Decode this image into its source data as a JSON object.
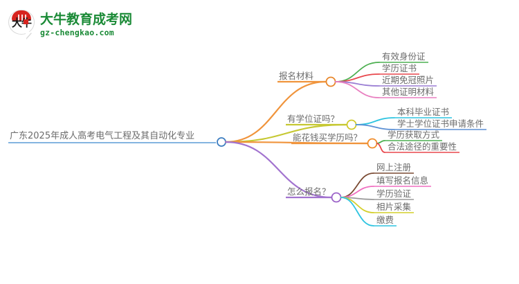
{
  "logo": {
    "mascot_icon": "speech-bubble-mascot-icon",
    "mascot_text": "大牛",
    "brand_cn": "大牛教育成考网",
    "brand_url": "gz-chengkao.com",
    "brand_color": "#1a8a36",
    "cap_color": "#d7241f"
  },
  "mindmap": {
    "root": {
      "label": "广东2025年成人高考电气工程及其自动化专业",
      "node_color": "#3f7fc1",
      "underline_color": "#5b9bd5"
    },
    "branches": [
      {
        "label": "报名材料",
        "node_color": "#e8862a",
        "edge_color": "#f0943c",
        "children": [
          {
            "label": "有效身份证",
            "color": "#4caf50"
          },
          {
            "label": "学历证书",
            "color": "#e8474c"
          },
          {
            "label": "近期免冠照片",
            "color": "#9b7fd4"
          },
          {
            "label": "其他证明材料",
            "color": "#e87fc0"
          }
        ]
      },
      {
        "label": "有学位证吗？",
        "node_color": "#cfc92a",
        "edge_color": "#c6c832",
        "children": [
          {
            "label": "本科毕业证书",
            "color": "#2ec4e0"
          },
          {
            "label": "学士学位证书申请条件",
            "color": "#5b8fd4"
          }
        ]
      },
      {
        "label": "能花钱买学历吗？",
        "node_color": "#f08c2a",
        "edge_color": "#f0943c",
        "children": [
          {
            "label": "学历获取方式",
            "color": "#4caf50"
          },
          {
            "label": "合法途径的重要性",
            "color": "#e8474c"
          }
        ]
      },
      {
        "label": "怎么报名？",
        "node_color": "#9b62c8",
        "edge_color": "#a273cf",
        "children": [
          {
            "label": "网上注册",
            "color": "#7a4a32"
          },
          {
            "label": "填写报名信息",
            "color": "#f06fc0"
          },
          {
            "label": "学历验证",
            "color": "#9a9a9a"
          },
          {
            "label": "相片采集",
            "color": "#d4cf2a"
          },
          {
            "label": "缴费",
            "color": "#2ec4e0"
          }
        ]
      }
    ]
  }
}
